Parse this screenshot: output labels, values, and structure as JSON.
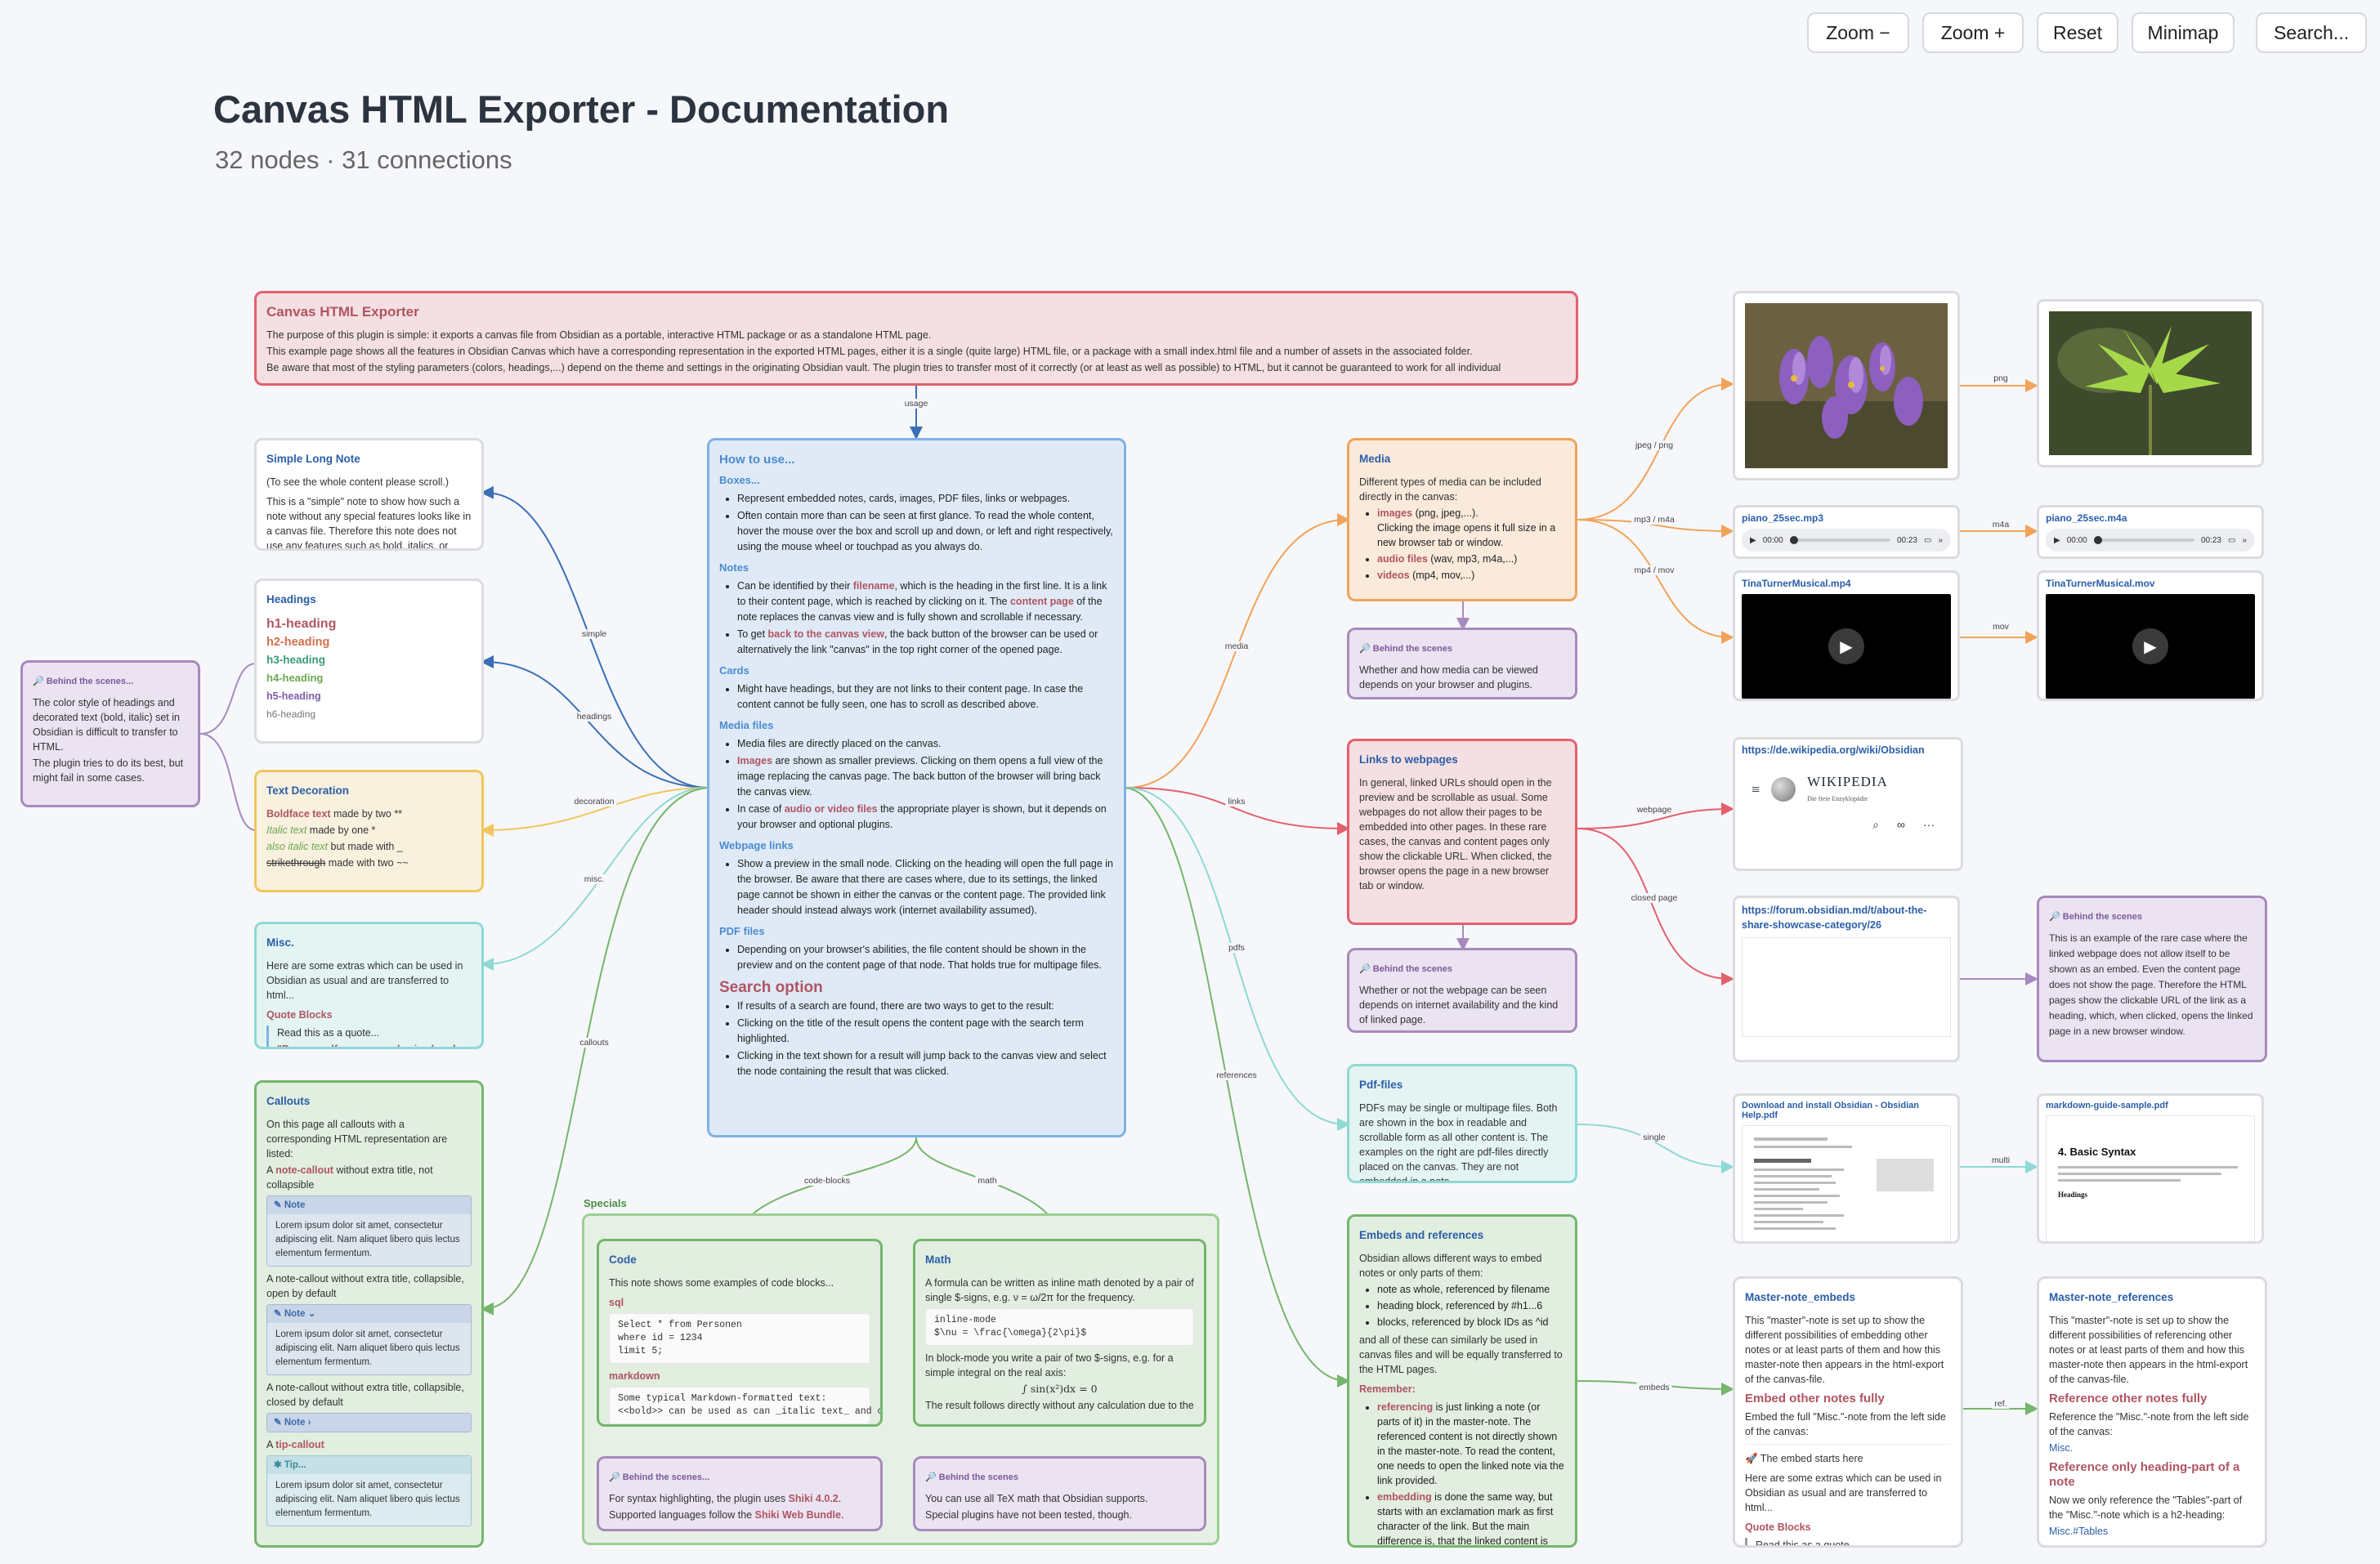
{
  "toolbar": {
    "zoom_out": "Zoom −",
    "zoom_in": "Zoom +",
    "reset": "Reset",
    "minimap": "Minimap",
    "search": "Search..."
  },
  "page": {
    "title": "Canvas HTML Exporter - Documentation",
    "subtitle": "32 nodes · 31 connections"
  },
  "edge_labels": {
    "usage": "usage",
    "simple": "simple",
    "headings": "headings",
    "decoration": "decoration",
    "misc": "misc.",
    "callouts": "callouts",
    "media": "media",
    "links": "links",
    "pdfs": "pdfs",
    "references": "references",
    "code_blocks": "code-blocks",
    "math": "math",
    "jpeg_png": "jpeg / png",
    "png": "png",
    "mp3_m4a": "mp3 / m4a",
    "m4a": "m4a",
    "mp4_mov": "mp4 / mov",
    "mov": "mov",
    "webpage": "webpage",
    "closed_page": "closed page",
    "single": "single",
    "multi": "multi",
    "embeds": "embeds",
    "ref": "ref."
  },
  "intro": {
    "title": "Canvas HTML Exporter",
    "lines": [
      "The purpose of this plugin is simple: it exports a canvas file from Obsidian as a portable, interactive HTML package or as a standalone HTML page.",
      "This example page shows all the features in Obsidian Canvas which have a corresponding representation in the exported HTML pages, either it is a single (quite large) HTML file, or a package with a small index.html file and a number of assets in the associated folder.",
      "Be aware that most of the styling parameters (colors, headings,...) depend on the theme and settings in the originating Obsidian vault. The plugin tries to transfer most of it correctly (or at least as well as possible) to HTML, but it cannot be guaranteed to work for all individual"
    ]
  },
  "simple_note": {
    "title": "Simple Long Note",
    "line1": "(To see the whole content please scroll.)",
    "line2": "This is a \"simple\" note to show how such a note without any special features looks like in a canvas file. Therefore this note does not use any features such as bold, italics, or strikethrough."
  },
  "headings": {
    "title": "Headings",
    "h1": "h1-heading",
    "h2": "h2-heading",
    "h3": "h3-heading",
    "h4": "h4-heading",
    "h5": "h5-heading",
    "h6": "h6-heading"
  },
  "bts_left": {
    "label": "Behind the scenes...",
    "text1": "The color style of headings and decorated text (bold, italic) set in Obsidian is difficult to transfer to HTML.",
    "text2": "The plugin tries to do its best, but might fail in some cases."
  },
  "text_decoration": {
    "title": "Text Decoration",
    "bold": "Boldface text",
    "bold_rest": " made by two **",
    "italic": "Italic text",
    "italic_rest": " made by one *",
    "bolditalic": "also italic text",
    "bolditalic_rest": " but made with _",
    "strike": "strikethrough",
    "strike_rest": " made with two ~~"
  },
  "misc": {
    "title": "Misc.",
    "text": "Here are some extras which can be used in Obsidian as usual and are transferred to html...",
    "quote_heading": "Quote Blocks",
    "quote_line1": "Read this as a quote...",
    "quote_line2": "\"Be yourself; everyone else is already"
  },
  "callouts": {
    "title": "Callouts",
    "intro": "On this page all callouts with a corresponding HTML representation are listed:",
    "note_intro_a": "A ",
    "note_intro_b": "note-callout",
    "note_intro_c": " without extra title, not collapsible",
    "note_title": "Note",
    "lorem": "Lorem ipsum dolor sit amet, consectetur adipiscing elit. Nam aliquet libero quis lectus elementum fermentum.",
    "collapsible_open": "A note-callout without extra title, collapsible, open by default",
    "note_title_open": "Note ⌄",
    "collapsible_closed": "A note-callout without extra title, collapsible, closed by default",
    "note_title_closed": "Note ›",
    "tip_intro_a": "A ",
    "tip_intro_b": "tip-callout",
    "tip_title": "Tip..."
  },
  "howto": {
    "title": "How to use...",
    "boxes_h": "Boxes...",
    "boxes_1": "Represent embedded notes, cards, images, PDF files, links or webpages.",
    "boxes_2": "Often contain more than can be seen at first glance. To read the whole content, hover the mouse over the box and scroll up and down, or left and right respectively, using the mouse wheel or touchpad as you always do.",
    "notes_h": "Notes",
    "notes_1a": "Can be identified by their ",
    "notes_1b": "filename",
    "notes_1c": ", which is the heading in the first line. It is a link to their content page, which is reached by clicking on it. The ",
    "notes_1d": "content page",
    "notes_1e": " of the note replaces the canvas view and is fully shown and scrollable if necessary.",
    "notes_2a": "To get ",
    "notes_2b": "back to the canvas view",
    "notes_2c": ", the back button of the browser can be used or alternatively the link \"canvas\" in the top right corner of the opened page.",
    "cards_h": "Cards",
    "cards_1": "Might have headings, but they are not links to their content page. In case the content cannot be fully seen, one has to scroll as described above.",
    "media_h": "Media files",
    "media_1": "Media files are directly placed on the canvas.",
    "media_2a": "Images",
    "media_2b": " are shown as smaller previews. Clicking on them opens a full view of the image replacing the canvas page. The back button of the browser will bring back the canvas view.",
    "media_3a": "In case of ",
    "media_3b": "audio or video files",
    "media_3c": " the appropriate player is shown, but it depends on your browser and optional plugins.",
    "web_h": "Webpage links",
    "web_1": "Show a preview in the small node. Clicking on the heading will open the full page in the browser. Be aware that there are cases where, due to its settings, the linked page cannot be shown in either the canvas or the content page. The provided link header should instead always work (internet availability assumed).",
    "pdf_h": "PDF files",
    "pdf_1": "Depending on your browser's abilities, the file content should be shown in the preview and on the content page of that node. That holds true for multipage files.",
    "search_h": "Search option",
    "search_1": "If results of a search are found, there are two ways to get to the result:",
    "search_2": "Clicking on the title of the result opens the content page with the search term highlighted.",
    "search_3": "Clicking in the text shown for a result will jump back to the canvas view and select the node containing the result that was clicked."
  },
  "specials": {
    "label": "Specials",
    "code": {
      "title": "Code",
      "intro": "This note shows some examples of code blocks...",
      "sql_h": "sql",
      "sql_code": "Select * from Personen\nwhere id = 1234\nlimit 5;",
      "md_h": "markdown",
      "md_code": "Some typical Markdown-formatted text:\n<<bold>> can be used as can _italic text_ and oth"
    },
    "math": {
      "title": "Math",
      "intro": "A formula can be written as inline math denoted by a pair of single $-signs, e.g. ν = ω/2π for the frequency.",
      "code": "inline-mode\n$\\nu = \\frac{\\omega}{2\\pi}$",
      "block": "In block-mode you write a pair of two $-signs, e.g. for a simple integral on the real axis:",
      "formula": "∫ sin(x²)dx = 0",
      "tail": "The result follows directly without any calculation due to the"
    },
    "bts_code": {
      "label": "Behind the scenes...",
      "text_a": "For syntax highlighting, the plugin uses ",
      "text_b": "Shiki 4.0.2",
      "text_c": ".",
      "text_d": "Supported languages follow the ",
      "text_e": "Shiki Web Bundle",
      "text_f": "."
    },
    "bts_math": {
      "label": "Behind the scenes",
      "text1": "You can use all TeX math that Obsidian supports.",
      "text2": "Special plugins have not been tested, though."
    }
  },
  "media": {
    "title": "Media",
    "intro": "Different types of media can be included directly in the canvas:",
    "img_a": "images",
    "img_b": " (png, jpeg,...).",
    "img_c": "Clicking the image opens it full size in a new browser tab or window.",
    "audio_a": "audio files",
    "audio_b": " (wav, mp3, m4a,...)",
    "video_a": "videos",
    "video_b": " (mp4, mov,...)"
  },
  "bts_media": {
    "label": "Behind the scenes",
    "text": "Whether and how media can be viewed depends on your browser and plugins."
  },
  "links": {
    "title": "Links to webpages",
    "text": "In general, linked URLs should open in the preview and be scrollable as usual. Some webpages do not allow their pages to be embedded into other pages. In these rare cases, the canvas and content pages only show the clickable URL. When clicked, the browser opens the page in a new browser tab or window."
  },
  "bts_links": {
    "label": "Behind the scenes",
    "text": "Whether or not the webpage can be seen depends on internet availability and the kind of linked page."
  },
  "pdfs": {
    "title": "Pdf-files",
    "text": "PDFs may be single or multipage files. Both are shown in the box in readable and scrollable form as all other content is. The examples on the right are pdf-files directly placed on the canvas. They are not embedded in a note."
  },
  "embeds": {
    "title": "Embeds and references",
    "intro": "Obsidian allows different ways to embed notes or only parts of them:",
    "li1": "note as whole, referenced by filename",
    "li2": "heading block, referenced by #h1...6",
    "li3": "blocks, referenced by block IDs as ^id",
    "text2": "and all of these can similarly be used in canvas files and will be equally transferred to the HTML pages.",
    "rem_h": "Remember:",
    "rem1a": "referencing",
    "rem1b": " is just linking a note (or parts of it) in the master-note. The referenced content is not directly shown in the master-note. To read the content, one needs to open the linked note via the link provided.",
    "rem2a": "embedding",
    "rem2b": " is done the same way, but starts with an exclamation mark as first character of the link. But the main difference is, that the linked content is directly visible in the master-note as if it is"
  },
  "right": {
    "audio1_label": "piano_25sec.mp3",
    "audio2_label": "piano_25sec.m4a",
    "audio_start": "00:00",
    "audio_end": "00:23",
    "video1_label": "TinaTurnerMusical.mp4",
    "video2_label": "TinaTurnerMusical.mov",
    "web1_label": "https://de.wikipedia.org/wiki/Obsidian",
    "wiki_name": "WIKIPEDIA",
    "wiki_tag": "Die freie Enzyklopädie",
    "web2_label": "https://forum.obsidian.md/t/about-the-share-showcase-category/26",
    "bts_right_label": "Behind the scenes",
    "bts_right_text": "This is an example of the rare case where the linked webpage does not allow itself to be shown as an embed. Even the content page does not show the page. Therefore the HTML pages show the clickable URL of the link as a heading, which, when clicked, opens the linked page in a new browser window.",
    "pdf1_label": "Download and install Obsidian - Obsidian Help.pdf",
    "pdf2_label": "markdown-guide-sample.pdf",
    "pdf2_heading": "4. Basic Syntax",
    "pdf2_sub": "Headings",
    "master_embeds": {
      "title": "Master-note_embeds",
      "text": "This \"master\"-note is set up to show the different possibilities of embedding other notes or at least parts of them and how this master-note then appears in the html-export of the canvas-file.",
      "h": "Embed other notes fully",
      "text2": "Embed the full \"Misc.\"-note from the left side of the canvas:",
      "embed_start": "🚀 The embed starts here",
      "text3": "Here are some extras which can be used in Obsidian as usual and are transferred to html...",
      "quote_h": "Quote Blocks",
      "quote": "Read this as a quote..."
    },
    "master_refs": {
      "title": "Master-note_references",
      "text": "This \"master\"-note is set up to show the different possibilities of referencing other notes or at least parts of them and how this master-note then appears in the html-export of the canvas-file.",
      "h1": "Reference other notes fully",
      "text2": "Reference the \"Misc.\"-note from the left side of the canvas:",
      "link1": "Misc.",
      "h2": "Reference only heading-part of a note",
      "text3": "Now we only reference the \"Tables\"-part of the \"Misc.\"-note which is a h2-heading:",
      "link2": "Misc.#Tables"
    }
  }
}
